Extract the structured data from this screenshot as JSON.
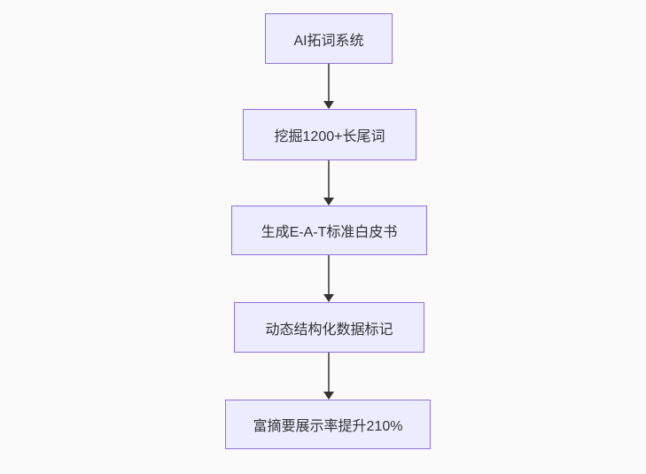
{
  "flowchart": {
    "type": "flowchart-top-down",
    "background_color": "#fafafa",
    "node_fill_color": "#ECECFF",
    "node_border_color": "#9370DB",
    "edge_line_color": "#666666",
    "arrowhead_color": "#333333",
    "text_color": "#333333",
    "nodes": [
      {
        "label": "AI拓词系统"
      },
      {
        "label": "挖掘1200+长尾词"
      },
      {
        "label": "生成E-A-T标准白皮书"
      },
      {
        "label": "动态结构化数据标记"
      },
      {
        "label": "富摘要展示率提升210%"
      }
    ],
    "edges": [
      {
        "from": 0,
        "to": 1,
        "style": "arrow-down"
      },
      {
        "from": 1,
        "to": 2,
        "style": "arrow-down"
      },
      {
        "from": 2,
        "to": 3,
        "style": "arrow-down"
      },
      {
        "from": 3,
        "to": 4,
        "style": "arrow-down"
      }
    ]
  }
}
